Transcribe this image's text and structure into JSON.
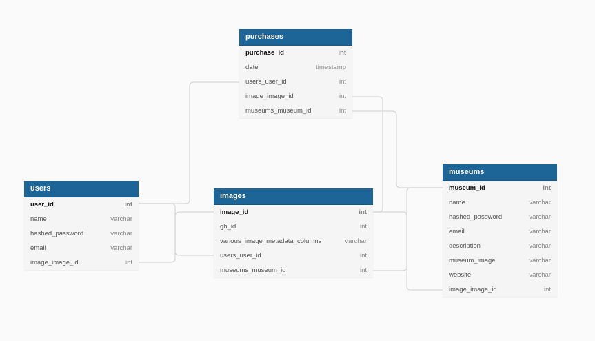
{
  "tables": {
    "purchases": {
      "name": "purchases",
      "fields": [
        {
          "name": "purchase_id",
          "type": "int"
        },
        {
          "name": "date",
          "type": "timestamp"
        },
        {
          "name": "users_user_id",
          "type": "int"
        },
        {
          "name": "image_image_id",
          "type": "int"
        },
        {
          "name": "museums_museum_id",
          "type": "int"
        }
      ]
    },
    "users": {
      "name": "users",
      "fields": [
        {
          "name": "user_id",
          "type": "int"
        },
        {
          "name": "name",
          "type": "varchar"
        },
        {
          "name": "hashed_password",
          "type": "varchar"
        },
        {
          "name": "email",
          "type": "varchar"
        },
        {
          "name": "image_image_id",
          "type": "int"
        }
      ]
    },
    "images": {
      "name": "images",
      "fields": [
        {
          "name": "image_id",
          "type": "int"
        },
        {
          "name": "gh_id",
          "type": "int"
        },
        {
          "name": "various_image_metadata_columns",
          "type": "varchar"
        },
        {
          "name": "users_user_id",
          "type": "int"
        },
        {
          "name": "museums_museum_id",
          "type": "int"
        }
      ]
    },
    "museums": {
      "name": "museums",
      "fields": [
        {
          "name": "museum_id",
          "type": "int"
        },
        {
          "name": "name",
          "type": "varchar"
        },
        {
          "name": "hashed_password",
          "type": "varchar"
        },
        {
          "name": "email",
          "type": "varchar"
        },
        {
          "name": "description",
          "type": "varchar"
        },
        {
          "name": "museum_image",
          "type": "varchar"
        },
        {
          "name": "website",
          "type": "varchar"
        },
        {
          "name": "image_image_id",
          "type": "int"
        }
      ]
    }
  },
  "colors": {
    "header": "#1d6596",
    "body": "#f5f5f5",
    "link": "#d6d6d6",
    "background": "#fafafa"
  }
}
